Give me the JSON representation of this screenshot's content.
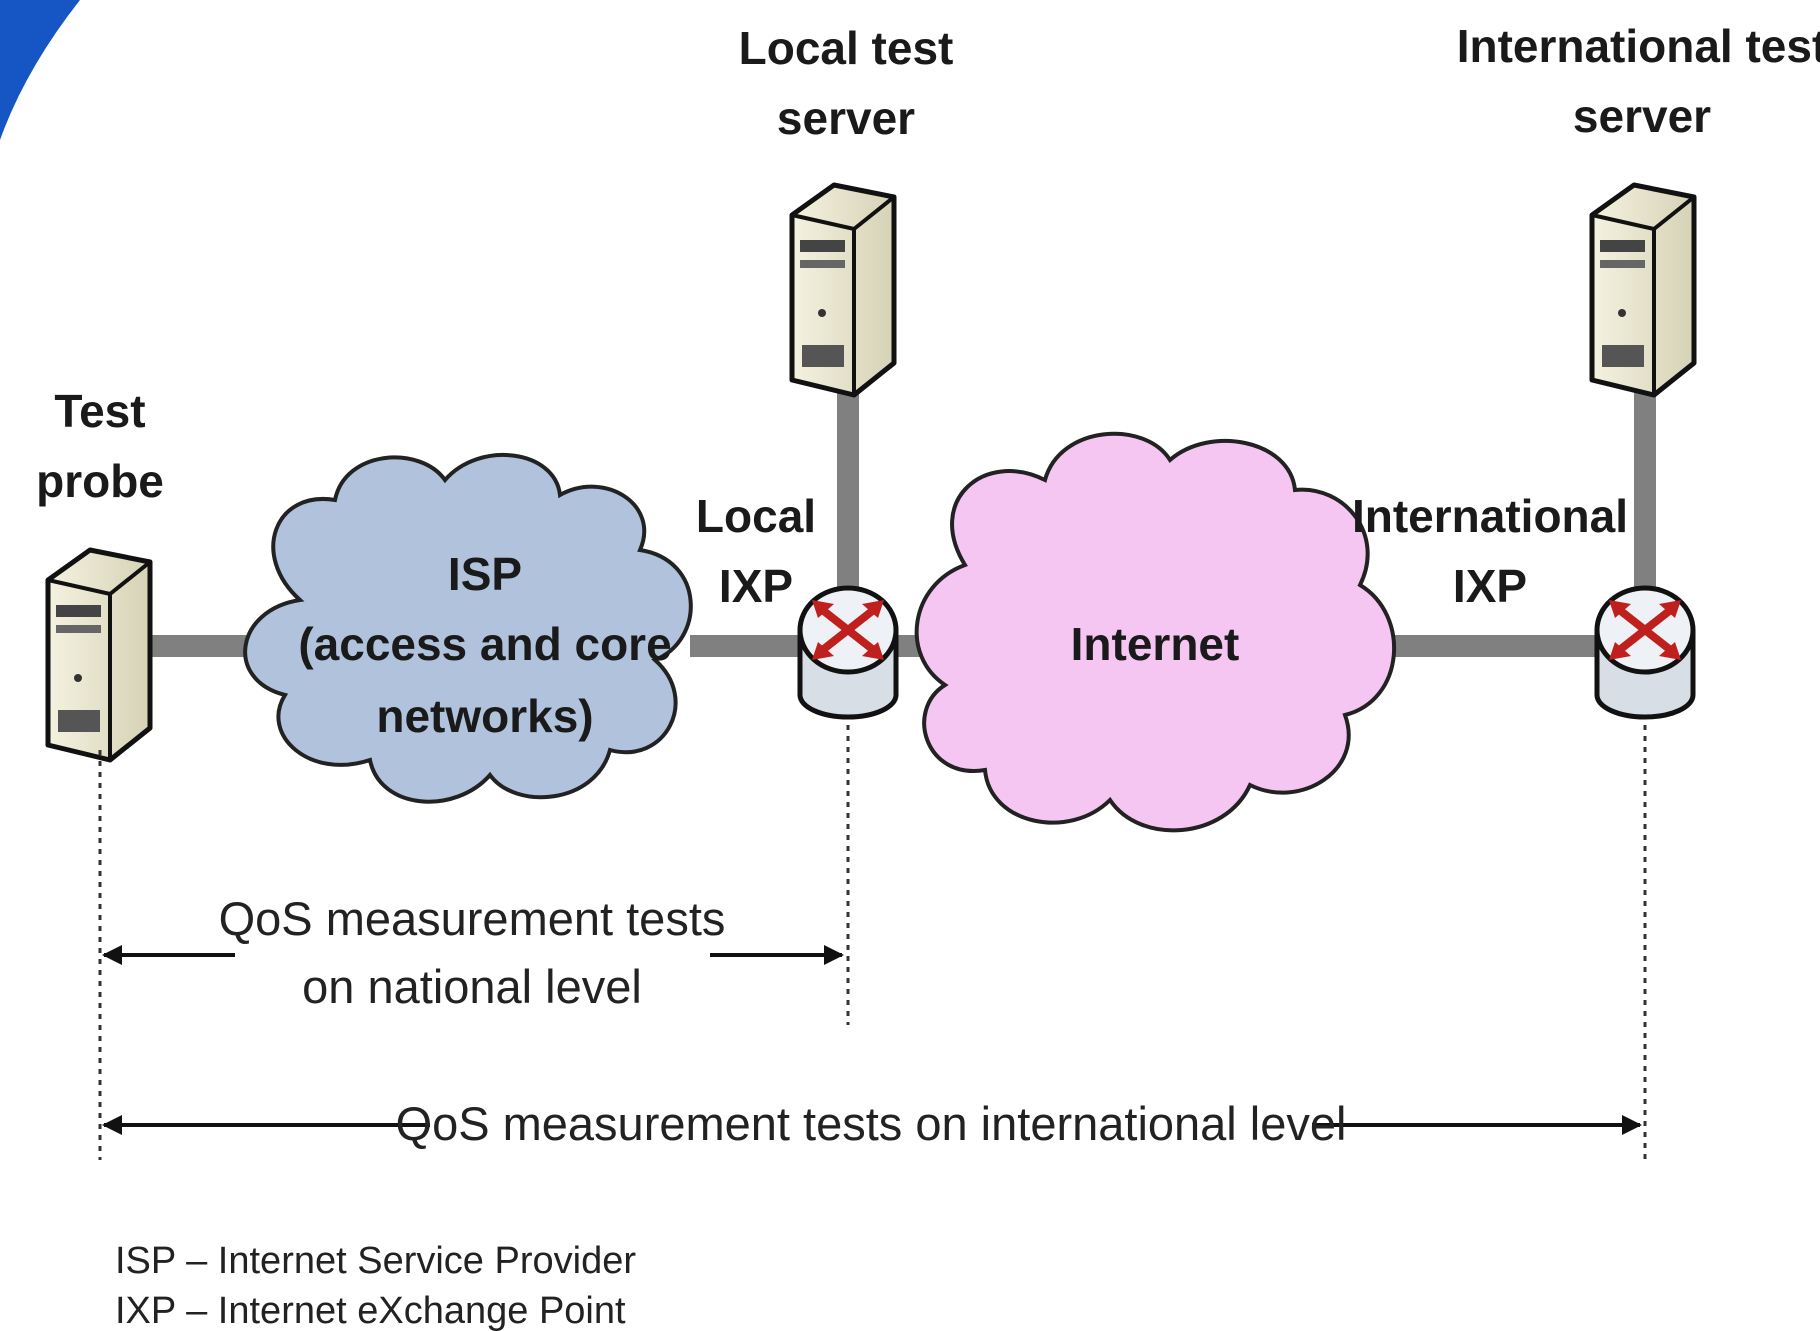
{
  "nodes": {
    "test_probe": [
      "Test",
      "probe"
    ],
    "local_test_server": [
      "Local test",
      "server"
    ],
    "international_test_server": [
      "International test",
      "server"
    ],
    "local_ixp": [
      "Local",
      "IXP"
    ],
    "international_ixp": [
      "International",
      "IXP"
    ]
  },
  "clouds": {
    "isp": [
      "ISP",
      "(access and core",
      "networks)"
    ],
    "internet": [
      "Internet"
    ]
  },
  "measurements": {
    "national": [
      "QoS measurement tests",
      "on national level"
    ],
    "international": "QoS measurement tests on international level"
  },
  "legend": [
    "ISP – Internet Service Provider",
    "IXP – Internet eXchange Point"
  ],
  "colors": {
    "isp_cloud": "#b0c2dc",
    "internet_cloud": "#f6c6f2",
    "link": "#808080",
    "server_body": "#ece9d2",
    "router_body": "#d8dee6",
    "router_arrows": "#c0201d",
    "corner_accent": "#1556c4"
  }
}
